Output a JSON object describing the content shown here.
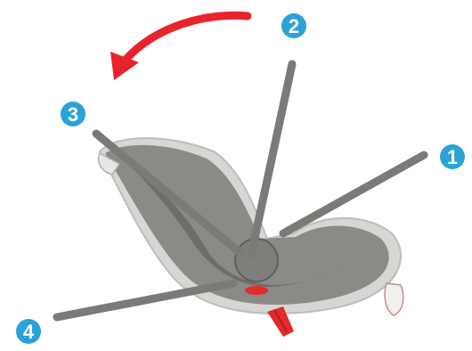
{
  "diagram": {
    "steps": [
      {
        "number": "1",
        "part": "rod-right"
      },
      {
        "number": "2",
        "part": "rod-top"
      },
      {
        "number": "3",
        "part": "rod-upper-left"
      },
      {
        "number": "4",
        "part": "rod-lower-left"
      }
    ],
    "rotation_arrow": {
      "direction": "counter-clockwise"
    },
    "colors": {
      "badge": "#2aa3d6",
      "arrow": "#e8232b",
      "seat_body": "#8a8a86",
      "seat_shadow": "#6d6d6a",
      "seat_outline": "#c9c9c9",
      "rod": "#7a7a77",
      "marker": "#e22b2b"
    }
  }
}
